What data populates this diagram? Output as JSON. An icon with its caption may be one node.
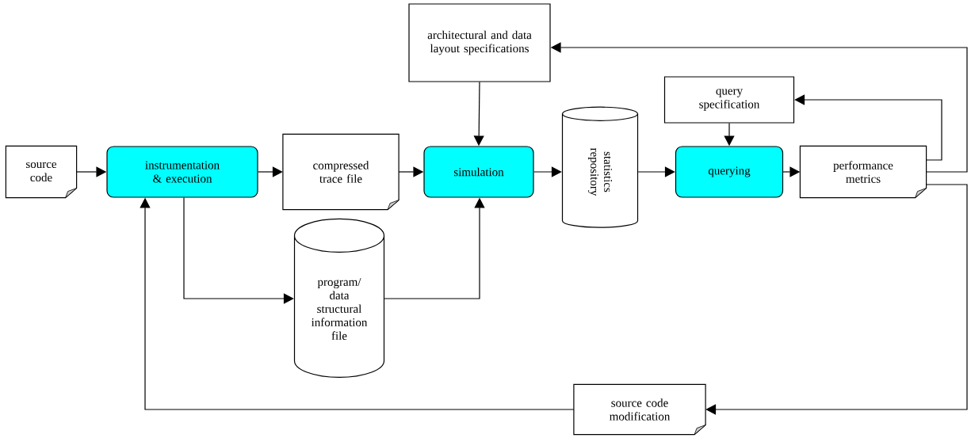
{
  "diagram": {
    "nodes": [
      {
        "text": [
          "source code"
        ]
      },
      {
        "text": [
          "instrumentation & execution"
        ]
      },
      {
        "text": [
          "compressed trace file"
        ]
      },
      {
        "text": [
          "simulation"
        ]
      },
      {
        "text": [
          "architectural and data layout specifications"
        ]
      },
      {
        "text": [
          "statistics repository"
        ]
      },
      {
        "text": [
          "query specification"
        ]
      },
      {
        "text": [
          "querying"
        ]
      },
      {
        "text": [
          "performance metrics"
        ]
      },
      {
        "text": [
          "program/ data structural information file"
        ]
      },
      {
        "text": [
          "source code modification"
        ]
      }
    ],
    "edges": [
      {
        "from": 0,
        "to": 1,
        "arrow": "to"
      },
      {
        "from": 1,
        "to": 2,
        "arrow": "to"
      },
      {
        "from": 2,
        "to": 3,
        "arrow": "to"
      },
      {
        "from": 4,
        "to": 3,
        "arrow": "to"
      },
      {
        "from": 3,
        "to": 5,
        "arrow": "to"
      },
      {
        "from": 5,
        "to": 7,
        "arrow": "to"
      },
      {
        "from": 6,
        "to": 7,
        "arrow": "to"
      },
      {
        "from": 7,
        "to": 8,
        "arrow": "to"
      },
      {
        "from": 8,
        "to": 6,
        "arrow": "to"
      },
      {
        "from": 8,
        "to": 4,
        "arrow": "to"
      },
      {
        "from": 8,
        "to": 10,
        "arrow": "to"
      },
      {
        "from": 10,
        "to": 1,
        "arrow": "to"
      },
      {
        "from": 1,
        "to": 9,
        "arrow": "to"
      },
      {
        "from": 9,
        "to": 3,
        "arrow": "to"
      }
    ]
  }
}
